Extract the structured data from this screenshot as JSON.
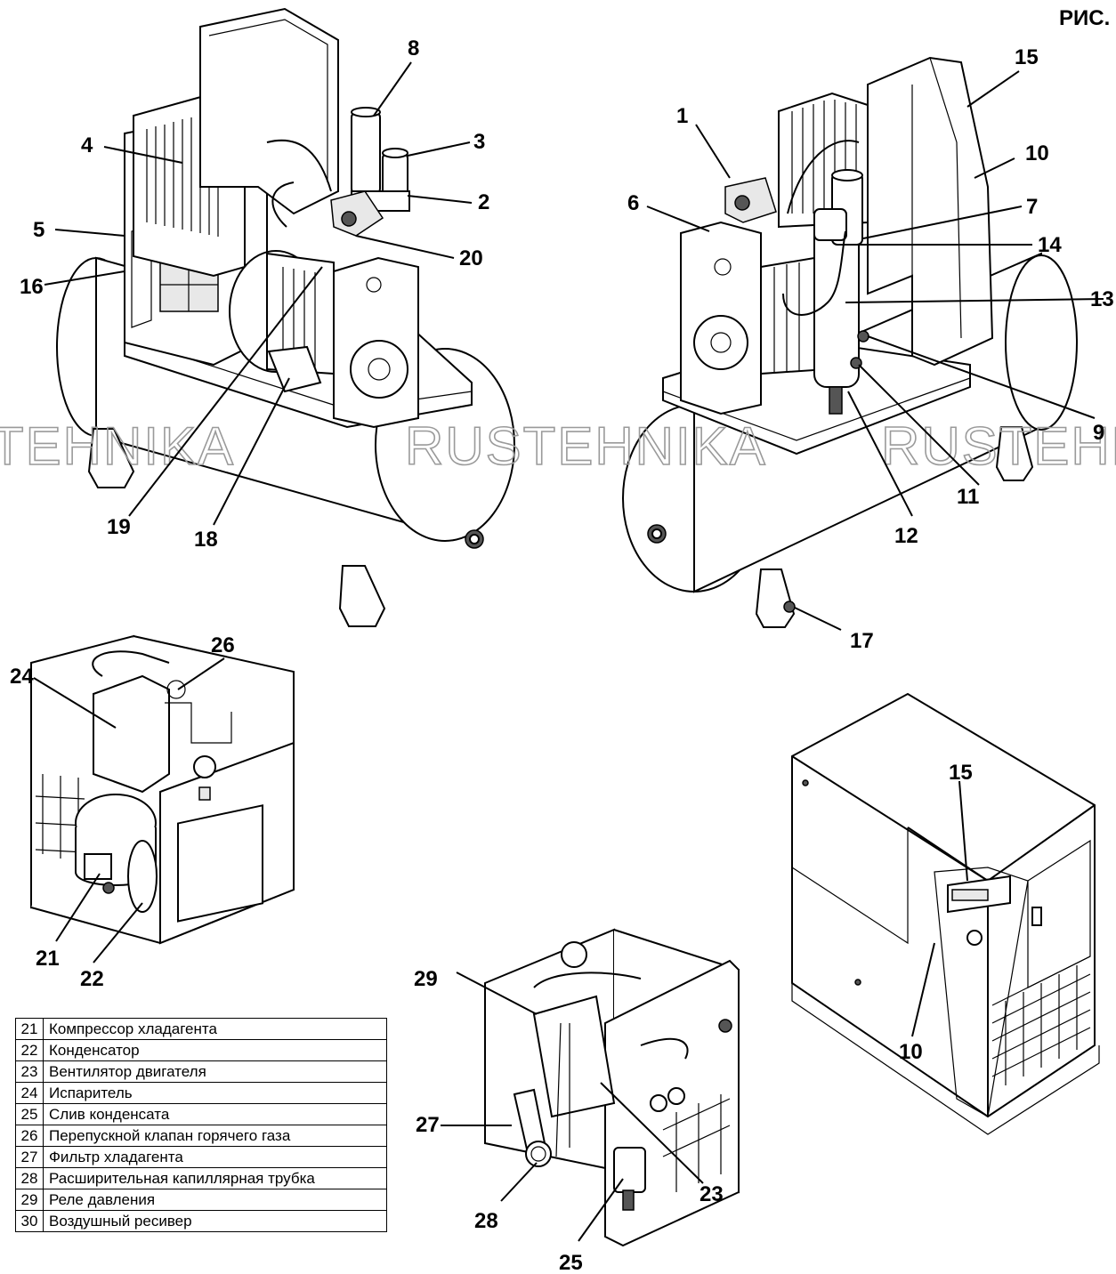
{
  "figure_title": "РИС.",
  "watermark": [
    "TEHNIKA",
    "RUSTEHNIKA",
    "RUSTEHN"
  ],
  "callouts": {
    "c1": "1",
    "c2": "2",
    "c3": "3",
    "c4": "4",
    "c5": "5",
    "c6": "6",
    "c7": "7",
    "c8": "8",
    "c9": "9",
    "c10a": "10",
    "c10b": "10",
    "c11": "11",
    "c12": "12",
    "c13": "13",
    "c14": "14",
    "c15a": "15",
    "c15b": "15",
    "c16": "16",
    "c17": "17",
    "c18": "18",
    "c19": "19",
    "c20": "20",
    "c21": "21",
    "c22": "22",
    "c23": "23",
    "c24": "24",
    "c25": "25",
    "c26": "26",
    "c27": "27",
    "c28": "28",
    "c29": "29"
  },
  "legend": [
    {
      "num": "21",
      "label": "Компрессор хладагента"
    },
    {
      "num": "22",
      "label": "Конденсатор"
    },
    {
      "num": "23",
      "label": "Вентилятор двигателя"
    },
    {
      "num": "24",
      "label": "Испаритель"
    },
    {
      "num": "25",
      "label": "Слив конденсата"
    },
    {
      "num": "26",
      "label": "Перепускной клапан горячего газа"
    },
    {
      "num": "27",
      "label": "Фильтр хладагента"
    },
    {
      "num": "28",
      "label": "Расширительная капиллярная трубка"
    },
    {
      "num": "29",
      "label": "Реле давления"
    },
    {
      "num": "30",
      "label": "Воздушный ресивер"
    }
  ]
}
